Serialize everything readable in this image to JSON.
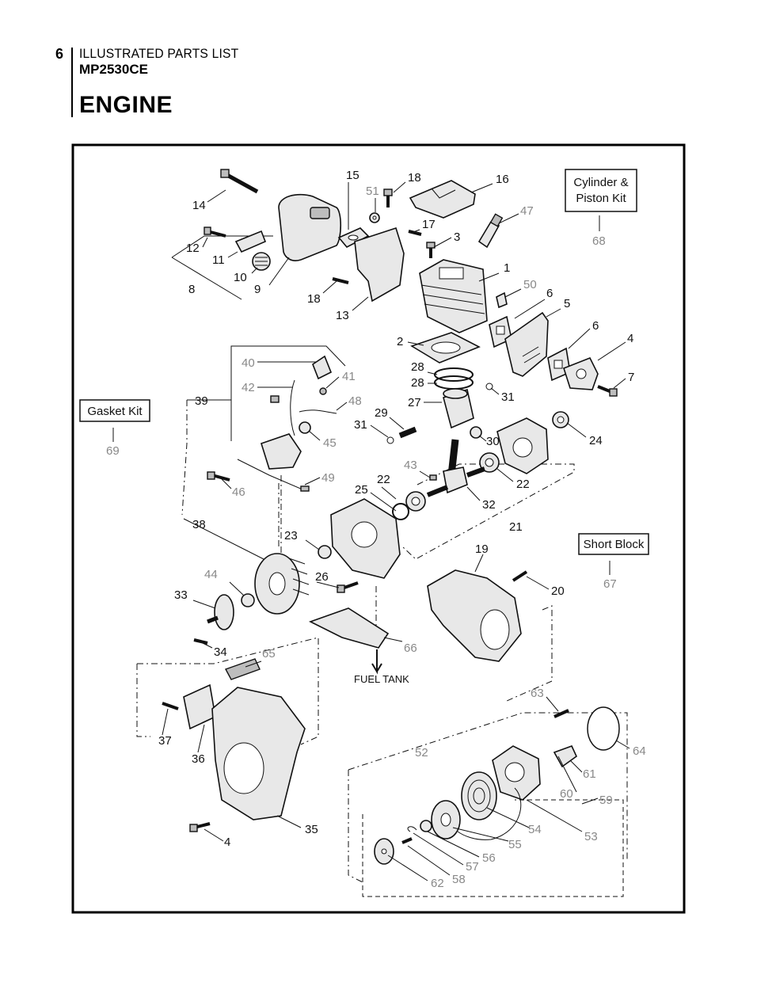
{
  "header": {
    "page_number": "6",
    "title_line1": "ILLUSTRATED PARTS LIST",
    "model": "MP2530CE",
    "section": "ENGINE"
  },
  "kits": {
    "cylinder_piston": {
      "line1": "Cylinder &",
      "line2": "Piston Kit",
      "number": "68"
    },
    "gasket": {
      "line1": "Gasket Kit",
      "number": "69"
    },
    "short_block": {
      "line1": "Short Block",
      "number": "67"
    }
  },
  "fuel_tank_label": "FUEL TANK",
  "callouts": {
    "c1": "1",
    "c2": "2",
    "c3": "3",
    "c4a": "4",
    "c4b": "4",
    "c5": "5",
    "c6a": "6",
    "c6b": "6",
    "c7": "7",
    "c8": "8",
    "c9": "9",
    "c10": "10",
    "c11": "11",
    "c12": "12",
    "c13": "13",
    "c14": "14",
    "c15": "15",
    "c16": "16",
    "c17": "17",
    "c18a": "18",
    "c18b": "18",
    "c19": "19",
    "c20": "20",
    "c21": "21",
    "c22a": "22",
    "c22b": "22",
    "c23": "23",
    "c24": "24",
    "c25": "25",
    "c26": "26",
    "c27": "27",
    "c28a": "28",
    "c28b": "28",
    "c29": "29",
    "c30": "30",
    "c31a": "31",
    "c31b": "31",
    "c32": "32",
    "c33": "33",
    "c34": "34",
    "c35": "35",
    "c36": "36",
    "c37": "37",
    "c38": "38",
    "c39": "39",
    "c40": "40",
    "c41": "41",
    "c42": "42",
    "c43": "43",
    "c44": "44",
    "c45": "45",
    "c46": "46",
    "c47": "47",
    "c48": "48",
    "c49": "49",
    "c50": "50",
    "c51": "51",
    "c52": "52",
    "c53": "53",
    "c54": "54",
    "c55": "55",
    "c56": "56",
    "c57": "57",
    "c58": "58",
    "c59": "59",
    "c60": "60",
    "c61": "61",
    "c62": "62",
    "c63": "63",
    "c64": "64",
    "c65": "65",
    "c66": "66"
  },
  "colors": {
    "callout_black": "#111111",
    "callout_gray": "#888888",
    "border": "#000000"
  }
}
